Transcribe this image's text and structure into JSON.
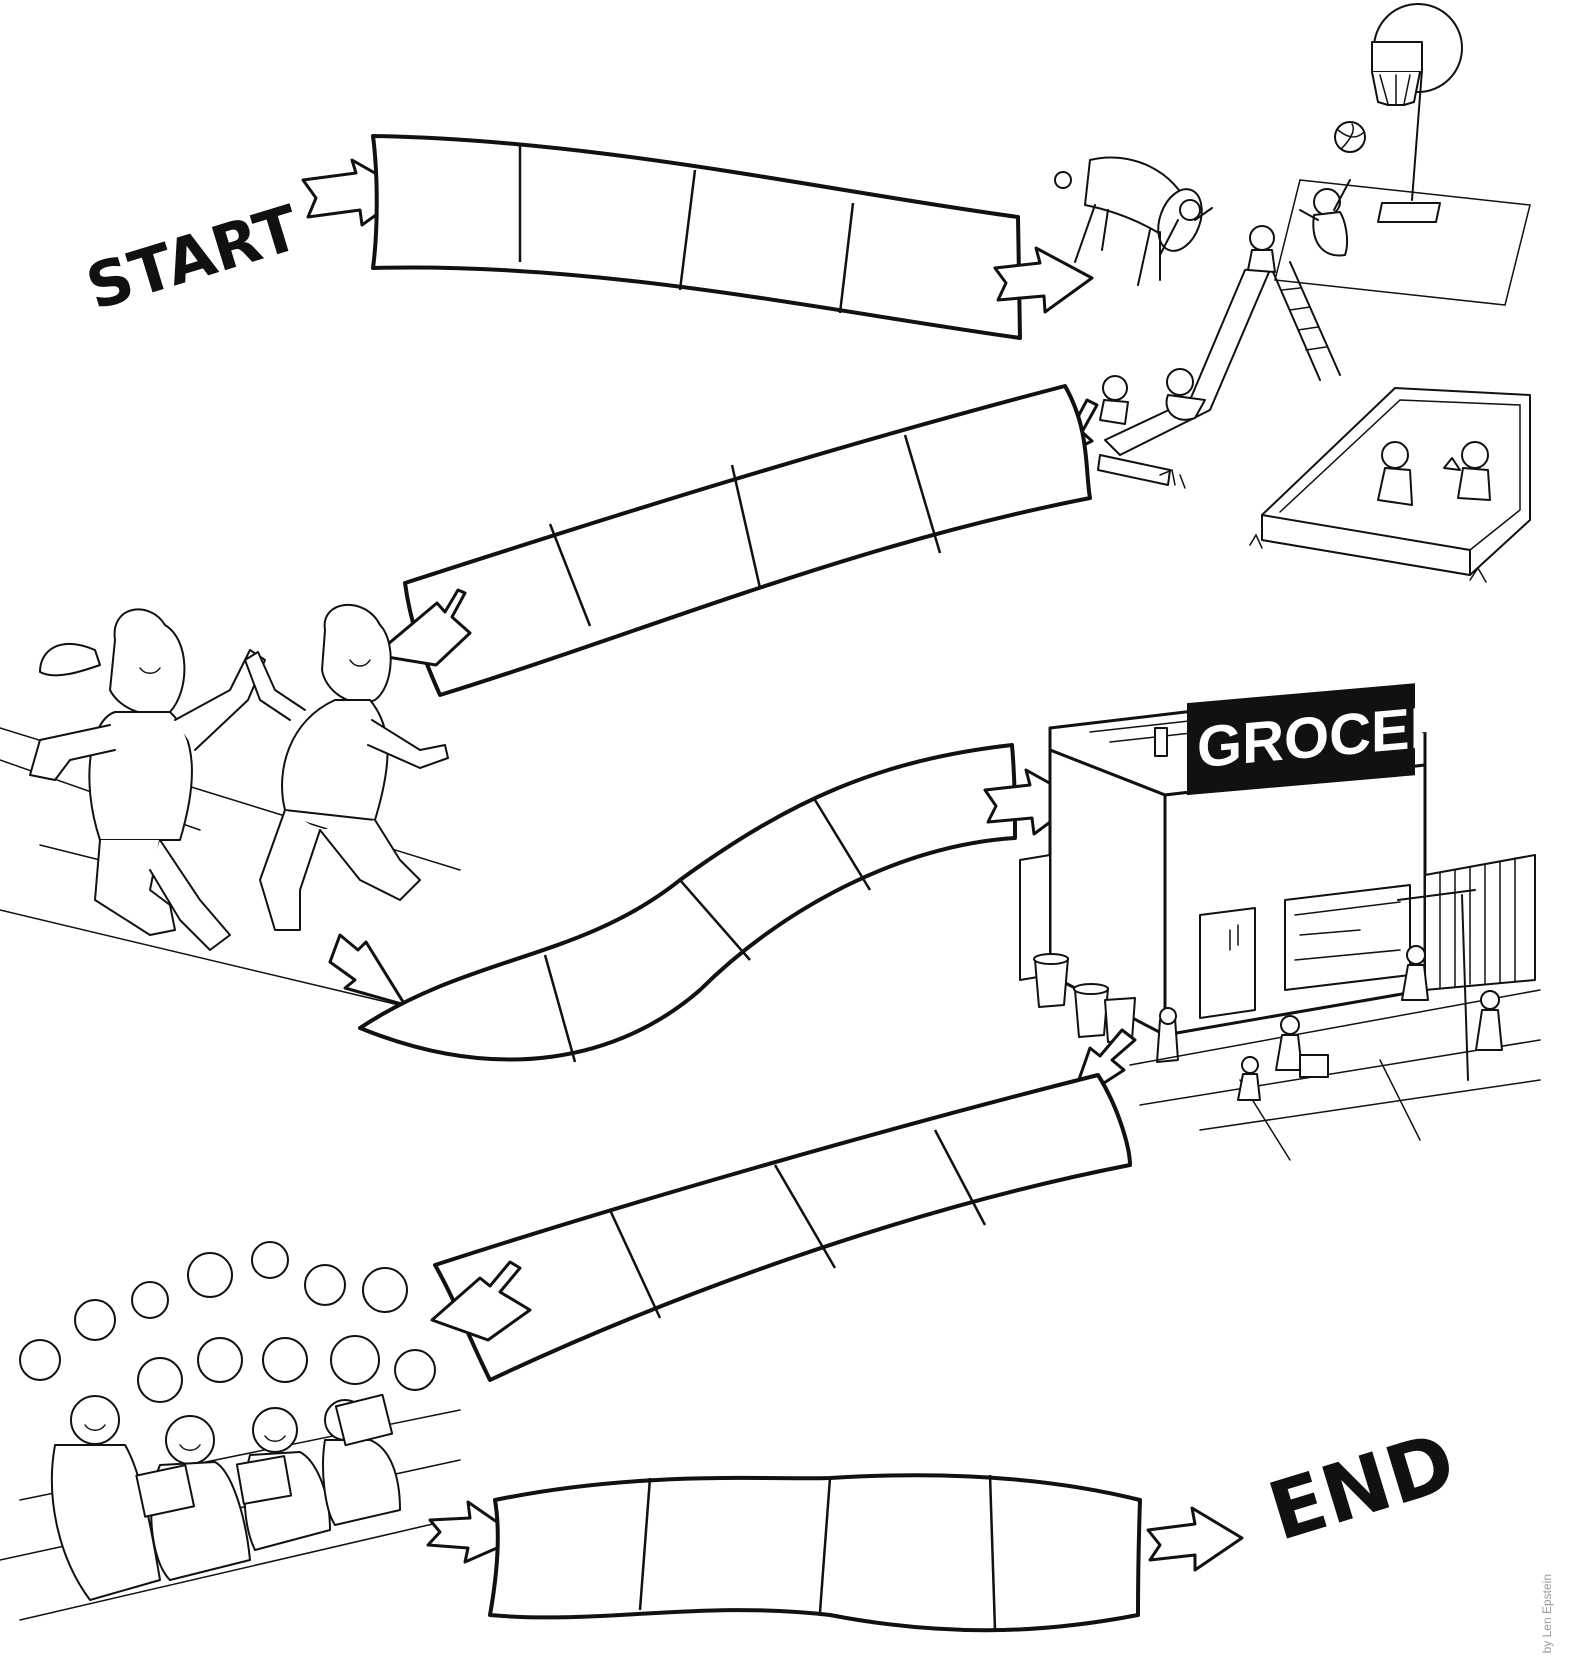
{
  "game": {
    "start_label": "START",
    "end_label": "END",
    "grocery_sign": "GROCERY",
    "credit": "by Len Epstein"
  },
  "scenes": {
    "playground": "playground-scene",
    "friends": "friends-walking-scene",
    "grocery": "grocery-store-scene",
    "crowd": "singing-crowd-scene"
  },
  "colors": {
    "ink": "#111111",
    "paper": "#ffffff",
    "credit": "#9a9a9a"
  }
}
